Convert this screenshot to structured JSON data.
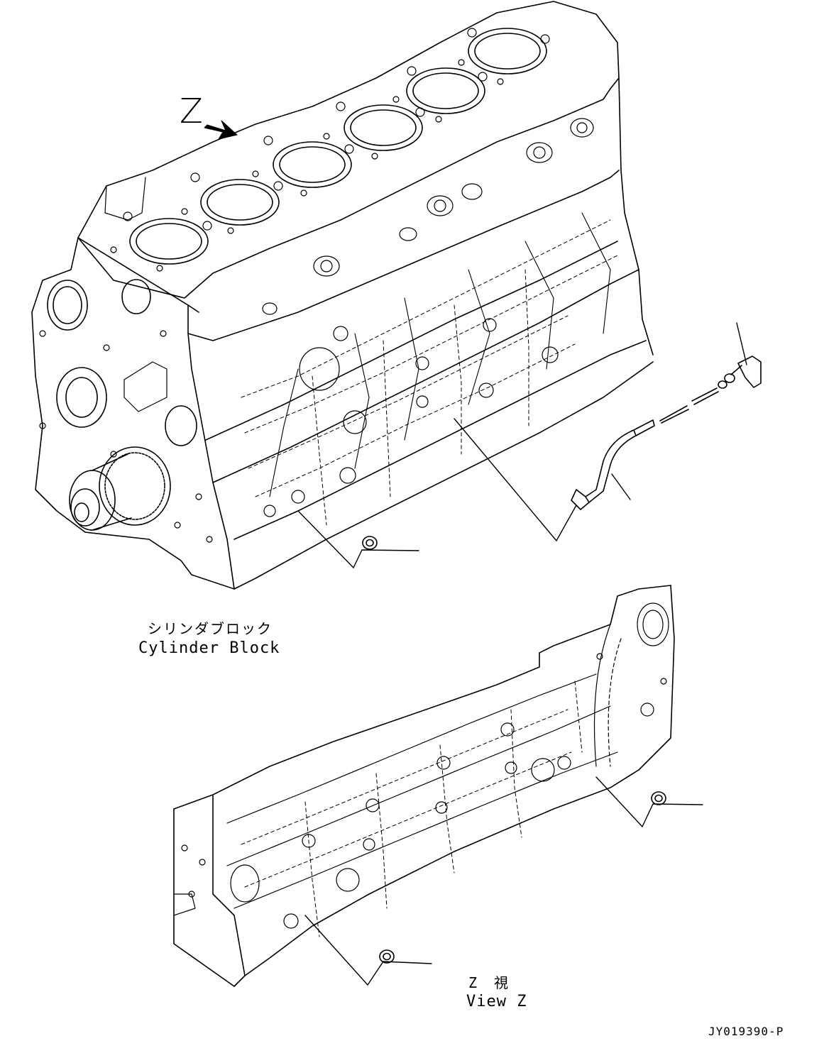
{
  "diagram": {
    "view_marker": "Z",
    "main_view": {
      "label_jp": "シリンダブロック",
      "label_en": "Cylinder Block"
    },
    "detail_view": {
      "label_jp": "Z　視",
      "label_en": "View Z"
    },
    "drawing_code": "JY019390-P",
    "line_color": "#000000",
    "background_color": "#ffffff"
  }
}
